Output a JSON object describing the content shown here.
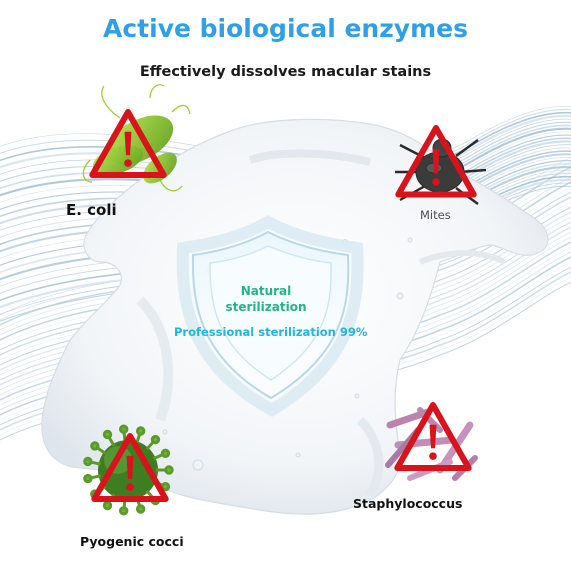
{
  "header": {
    "title": "Active biological enzymes",
    "subtitle": "Effectively dissolves macular stains"
  },
  "germs": {
    "ecoli": "E. coli",
    "mites": "Mites",
    "staphylococcus": "Staphylococcus",
    "pyogenic": "Pyogenic cocci"
  },
  "shield": {
    "line1": "Natural",
    "line2": "sterilization",
    "professional": "Professional sterilization 99%"
  },
  "colors": {
    "title": "#2f9fe8",
    "warning_red": "#d9131b",
    "shield_text": "#26b28a",
    "accent_cyan": "#23b6dc"
  },
  "icons": [
    "warning-triangle-icon",
    "bacteria-icon",
    "mite-icon",
    "virus-icon",
    "shield-icon"
  ]
}
